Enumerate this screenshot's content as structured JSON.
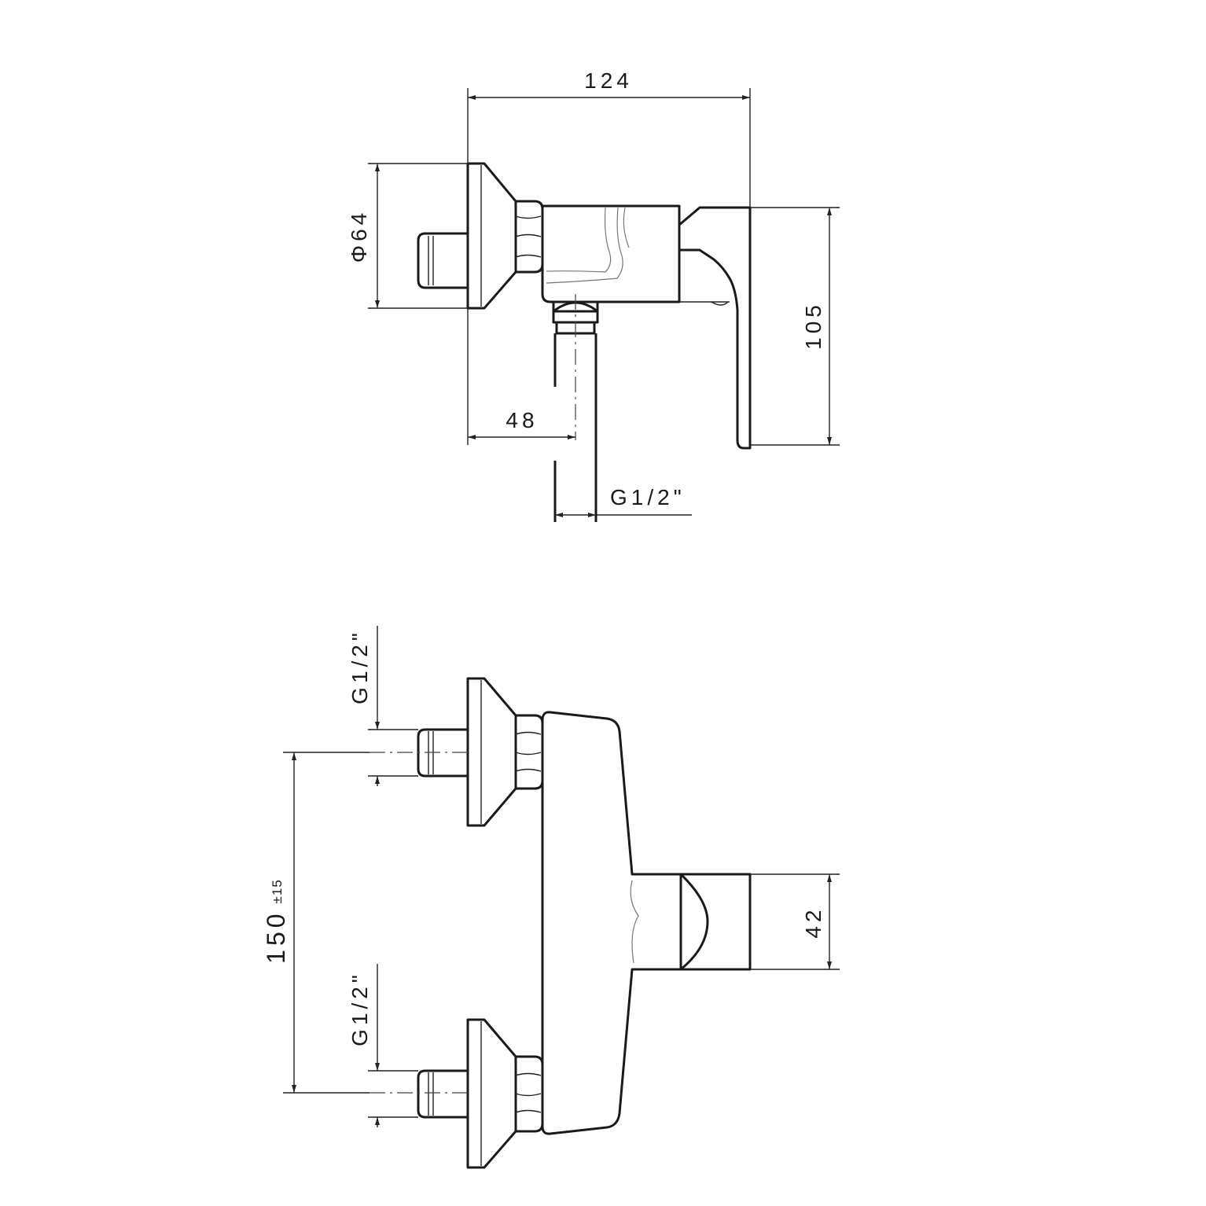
{
  "side_view": {
    "overall_width": "124",
    "flange_diameter": "Φ64",
    "height": "105",
    "outlet_offset": "48",
    "outlet_thread": "G1/2\""
  },
  "front_view": {
    "top_inlet_thread": "G1/2\"",
    "bottom_inlet_thread": "G1/2\"",
    "inlet_spacing": "150",
    "inlet_spacing_tolerance": "±15",
    "handle_width": "42"
  }
}
